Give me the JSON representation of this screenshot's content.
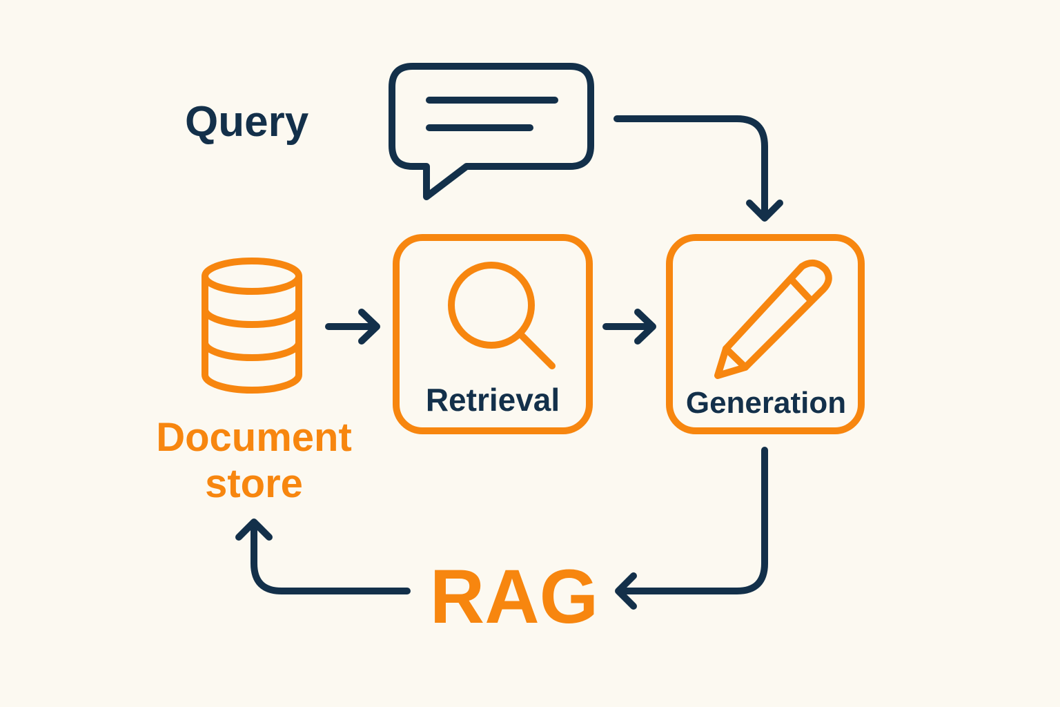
{
  "labels": {
    "query": "Query",
    "retrieval": "Retrieval",
    "generation": "Generation",
    "document_store_line1": "Document",
    "document_store_line2": "store",
    "rag": "RAG"
  },
  "icons": {
    "query": "chat-bubble-icon",
    "retrieval": "magnifier-icon",
    "generation": "pencil-icon",
    "document_store": "database-icon"
  },
  "colors": {
    "background": "#fcf9f1",
    "dark": "#13304a",
    "accent": "#f7860f"
  }
}
